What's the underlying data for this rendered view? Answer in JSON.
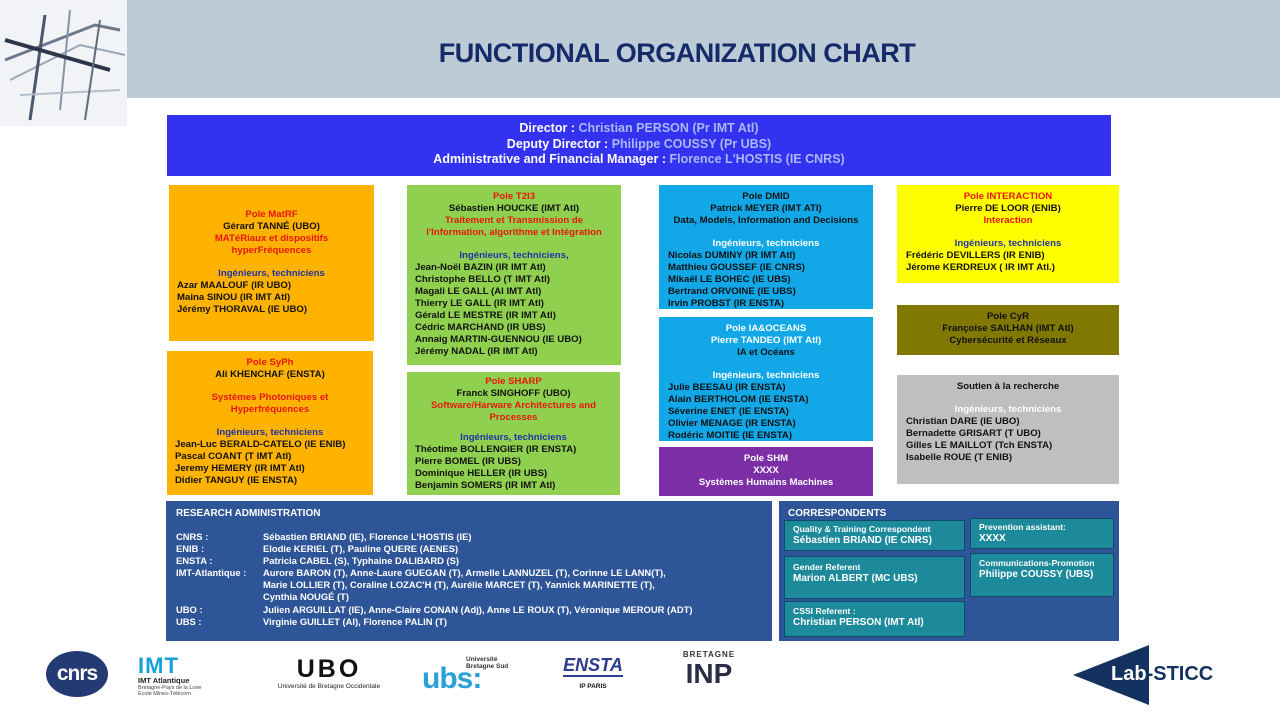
{
  "title": "FUNCTIONAL ORGANIZATION CHART",
  "direction": {
    "director_label": "Director :",
    "director_name": "Christian PERSON (Pr IMT Atl)",
    "deputy_label": "Deputy Director :",
    "deputy_name": "Philippe COUSSY (Pr UBS)",
    "admin_label": "Administrative and Financial Manager :",
    "admin_name": "Florence L'HOSTIS (IE CNRS)"
  },
  "poles": {
    "matrf": {
      "title": "Pole MatRF",
      "head": "Gérard TANNÉ (UBO)",
      "theme": [
        "MATéRiaux et  dispositifs",
        "hyperFréquences"
      ],
      "staff_heading": "Ingénieurs, techniciens",
      "staff": [
        "Azar MAALOUF (IR UBO)",
        "Maina SINOU (IR IMT Atl)",
        "Jérémy THORAVAL (IE UBO)"
      ]
    },
    "syph": {
      "title": "Pole SyPh",
      "head": "Ali KHENCHAF (ENSTA)",
      "theme": [
        "Systèmes Photoniques et",
        "Hyperfréquences"
      ],
      "staff_heading": "Ingénieurs, techniciens",
      "staff": [
        "Jean-Luc BERALD-CATELO (IE ENIB)",
        "Pascal COANT (T IMT Atl)",
        "Jeremy HEMERY (IR IMT Atl)",
        "Didier TANGUY (IE ENSTA)"
      ]
    },
    "t2i3": {
      "title": "Pole T2I3",
      "head": "Sébastien HOUCKE (IMT Atl)",
      "theme": [
        "Traitement et Transmission de",
        "l'Information, algorithme et Intégration"
      ],
      "staff_heading": "Ingénieurs, techniciens,",
      "staff": [
        "Jean-Noël BAZIN (IR IMT Atl)",
        "Christophe BELLO (T IMT Atl)",
        "Magali LE GALL (AI IMT Atl)",
        "Thierry LE GALL (IR IMT Atl)",
        "Gérald LE MESTRE (IR IMT Atl)",
        "Cédric MARCHAND (IR UBS)",
        "Annaig MARTIN-GUENNOU (IE UBO)",
        "Jérémy NADAL (IR IMT Atl)"
      ]
    },
    "sharp": {
      "title": "Pole SHARP",
      "head": "Franck SINGHOFF (UBO)",
      "theme": [
        "Software/Harware Architectures and",
        "Processes"
      ],
      "staff_heading": "Ingénieurs, techniciens",
      "staff": [
        "Théotime BOLLENGIER (IR ENSTA)",
        "Pierre BOMEL (IR UBS)",
        "Dominique HELLER (IR UBS)",
        "Benjamin SOMERS (IR IMT Atl)"
      ]
    },
    "dmid": {
      "title": "Pole DMID",
      "head": "Patrick MEYER (IMT ATl)",
      "theme": [
        "Data, Models, Information and Decisions"
      ],
      "staff_heading": "Ingénieurs, techniciens",
      "staff": [
        "Nicolas DUMINY (IR IMT Atl)",
        "Matthieu GOUSSEF (IE CNRS)",
        "Mikaël LE BOHEC (IE UBS)",
        "Bertrand ORVOINE (IE UBS)",
        "Irvin PROBST (IR ENSTA)"
      ]
    },
    "ia": {
      "title": "Pole IA&OCEANS",
      "head": "Pierre TANDEO (IMT Atl)",
      "theme": [
        "IA et Océans"
      ],
      "staff_heading": "Ingénieurs, techniciens",
      "staff": [
        "Julie BEESAU (IR ENSTA)",
        "Alain BERTHOLOM (IE ENSTA)",
        "Séverine ENET (IE ENSTA)",
        "Olivier MENAGE (IR ENSTA)",
        "Rodéric MOITIE (IE ENSTA)"
      ]
    },
    "shm": {
      "title": "Pole SHM",
      "head": "XXXX",
      "theme": [
        "Systèmes Humains Machines"
      ]
    },
    "interaction": {
      "title": "Pole INTERACTION",
      "head": "Pierre DE LOOR (ENIB)",
      "theme": [
        "Interaction"
      ],
      "staff_heading": "Ingénieurs, techniciens",
      "staff": [
        "Frédéric DEVILLERS (IR ENIB)",
        "Jérome KERDREUX ( IR IMT Atl.)"
      ]
    },
    "cyr": {
      "title": "Pole CyR",
      "head": "Françoise SAILHAN (IMT Atl)",
      "theme": [
        "Cybersécurité et Réseaux"
      ]
    },
    "soutien": {
      "title": "Soutien à la recherche",
      "staff_heading": "Ingénieurs, techniciens",
      "staff": [
        "Christian DARE (IE UBO)",
        "Bernadette GRISART (T UBO)",
        "Gilles LE MAILLOT (Tch ENSTA)",
        "Isabelle ROUE (T ENIB)"
      ]
    }
  },
  "research_admin": {
    "title": "RESEARCH ADMINISTRATION",
    "rows": [
      {
        "org": "CNRS :",
        "names": "Sébastien BRIAND (IE),  Florence L'HOSTIS (IE)"
      },
      {
        "org": "ENIB :",
        "names": "Elodie KERIEL (T),   Pauline QUERE (AENES)"
      },
      {
        "org": "ENSTA :",
        "names": "Patricia CABEL (S),  Typhaine DALIBARD (S)"
      },
      {
        "org": "IMT-Atlantique :",
        "names": "Aurore BARON (T),  Anne-Laure GUEGAN (T),  Armelle LANNUZEL (T),  Corinne LE LANN(T),\nMarie LOLLIER (T),  Coraline LOZAC'H (T),  Aurélie MARCET (T),  Yannick MARINETTE (T),\nCynthia NOUGÉ (T)"
      },
      {
        "org": "UBO :",
        "names": "Julien ARGUILLAT (IE),  Anne-Claire CONAN (Adj),  Anne LE ROUX (T),  Véronique MEROUR (ADT)"
      },
      {
        "org": "UBS :",
        "names": "Virginie GUILLET (AI),  Florence PALIN (T)"
      }
    ]
  },
  "correspondents": {
    "title": "CORRESPONDENTS",
    "items": [
      {
        "role": "Quality & Training Correspondent",
        "name": "Sébastien BRIAND (IE CNRS)"
      },
      {
        "role": "Gender Referent",
        "name": "Marion ALBERT (MC UBS)"
      },
      {
        "role": "CSSI Referent :",
        "name": "Christian PERSON (IMT Atl)"
      },
      {
        "role": "Prevention assistant:",
        "name": "XXXX"
      },
      {
        "role": "Communications-Promotion",
        "name": "Philippe COUSSY (UBS)"
      }
    ]
  },
  "logos": {
    "cnrs": "cnrs",
    "imt": {
      "mark": "IMT",
      "name": "IMT Atlantique",
      "sub1": "Bretagne-Pays de la Loire",
      "sub2": "École Mines-Télécom"
    },
    "ubo": {
      "mark": "UBO",
      "sub": "Université de Bretagne Occidentale"
    },
    "ubs": {
      "top": "Université Bretagne Sud",
      "mark": "ubs:"
    },
    "ensta": {
      "mark": "ENSTA",
      "sub": "IP PARIS"
    },
    "inp": {
      "top": "BRETAGNE",
      "mark": "INP"
    },
    "labsticc": {
      "part1": "Lab",
      "part2": "-STICC"
    }
  },
  "colors": {
    "title": "#152a68",
    "direction_bg": "#3232f0",
    "matrf_bg": "#ffb300",
    "t2i3_bg": "#8fd14f",
    "dmid_bg": "#12a8e8",
    "shm_bg": "#7b2ea6",
    "interaction_bg": "#ffff00",
    "cyr_bg": "#807800",
    "soutien_bg": "#bfbfbf",
    "admin_bg": "#2e5597",
    "correspondent_bg": "#1d8a9c"
  }
}
